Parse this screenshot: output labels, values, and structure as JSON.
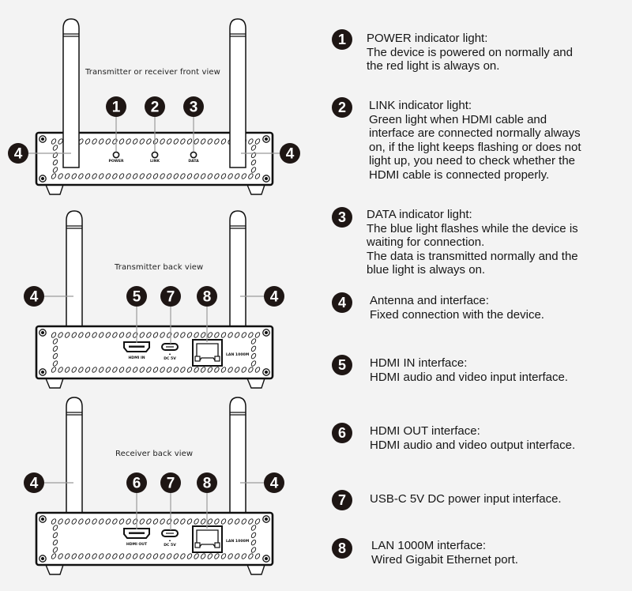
{
  "colors": {
    "background": "#f3f3f3",
    "badge": "#1e1614",
    "badge_text": "#ffffff",
    "outline": "#111111",
    "leader_line": "#9a9a9a",
    "device_fill": "#ffffff"
  },
  "views": [
    {
      "id": "front",
      "caption": "Transmitter or receiver front view",
      "callouts": [
        "1",
        "2",
        "3",
        "4",
        "4"
      ],
      "panel_labels": [
        "POWER",
        "LINK",
        "DATA"
      ]
    },
    {
      "id": "transmitter-back",
      "caption": "Transmitter back view",
      "callouts": [
        "4",
        "5",
        "7",
        "8",
        "4"
      ],
      "panel_labels": [
        "HDMI IN",
        "DC 5V",
        "LAN 1000M"
      ]
    },
    {
      "id": "receiver-back",
      "caption": "Receiver back view",
      "callouts": [
        "4",
        "6",
        "7",
        "8",
        "4"
      ],
      "panel_labels": [
        "HDMI OUT",
        "DC 5V",
        "LAN 1000M"
      ]
    }
  ],
  "legend": [
    {
      "number": "1",
      "lines": [
        "POWER indicator light:",
        "The device is powered on normally and",
        "the red light is always on."
      ]
    },
    {
      "number": "2",
      "lines": [
        "LINK indicator light:",
        "Green light when HDMI cable and",
        "interface are connected normally always",
        "on, if the light keeps flashing or does not",
        "light up, you need to check whether the",
        "HDMI cable is connected properly."
      ]
    },
    {
      "number": "3",
      "lines": [
        "DATA indicator light:",
        "The blue light flashes while the device is",
        "waiting for connection.",
        "The data is transmitted normally and the",
        "blue light is always on."
      ]
    },
    {
      "number": "4",
      "lines": [
        "Antenna and interface:",
        "Fixed connection with the device."
      ]
    },
    {
      "number": "5",
      "lines": [
        "HDMI IN interface:",
        "HDMI audio and video input interface."
      ]
    },
    {
      "number": "6",
      "lines": [
        "HDMI OUT interface:",
        "HDMI audio and video output interface."
      ]
    },
    {
      "number": "7",
      "lines": [
        "USB-C 5V DC power input interface."
      ]
    },
    {
      "number": "8",
      "lines": [
        "LAN 1000M interface:",
        "Wired Gigabit Ethernet port."
      ]
    }
  ]
}
